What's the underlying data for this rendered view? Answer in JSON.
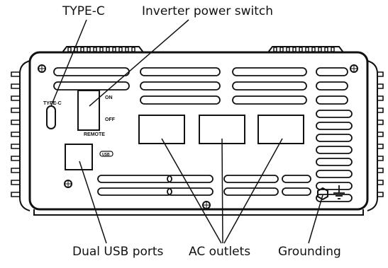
{
  "callouts": {
    "type_c": "TYPE-C",
    "power_switch": "Inverter power switch",
    "usb": "Dual USB ports",
    "ac_outlets": "AC outlets",
    "grounding": "Grounding"
  },
  "panel_labels": {
    "type_c": "TYPE-C",
    "on": "ON",
    "off": "OFF",
    "remote": "REMOTE",
    "usb": "USB"
  },
  "colors": {
    "line": "#111111",
    "background": "#ffffff"
  },
  "icons": [
    "screw-icon",
    "ground-symbol-icon"
  ]
}
